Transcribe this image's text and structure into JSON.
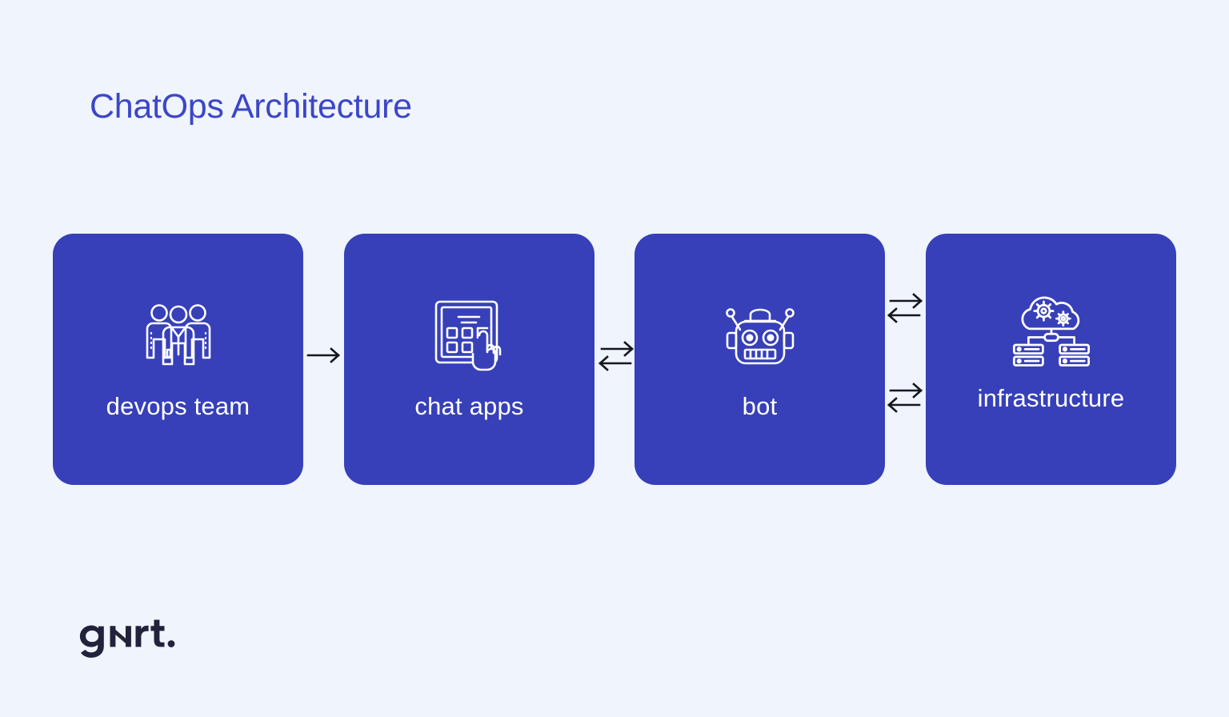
{
  "page": {
    "title": "ChatOps Architecture",
    "background_color": "#f0f4fd",
    "title_color": "#3c46c8",
    "card_color": "#3740b8",
    "card_label_color": "#ffffff",
    "arrow_color": "#16161d",
    "logo_color": "#22223b"
  },
  "diagram": {
    "type": "flow",
    "nodes": [
      {
        "id": "devops-team",
        "label": "devops team",
        "icon": "people-team-icon"
      },
      {
        "id": "chat-apps",
        "label": "chat apps",
        "icon": "tablet-touch-apps-icon"
      },
      {
        "id": "bot",
        "label": "bot",
        "icon": "robot-icon"
      },
      {
        "id": "infrastructure",
        "label": "infrastructure",
        "icon": "cloud-servers-gears-icon"
      }
    ],
    "connectors": [
      {
        "id": "devops-to-chat",
        "from": "devops-team",
        "to": "chat-apps",
        "direction": "one-way",
        "glyph": "→"
      },
      {
        "id": "chat-to-bot",
        "from": "chat-apps",
        "to": "bot",
        "direction": "two-way",
        "glyph": "⇄"
      },
      {
        "id": "bot-to-infra-top",
        "from": "bot",
        "to": "infrastructure",
        "direction": "two-way",
        "glyph": "⇄"
      },
      {
        "id": "bot-to-infra-bot",
        "from": "bot",
        "to": "infrastructure",
        "direction": "two-way",
        "glyph": "⇄"
      }
    ]
  },
  "branding": {
    "logo_text": "gart."
  }
}
